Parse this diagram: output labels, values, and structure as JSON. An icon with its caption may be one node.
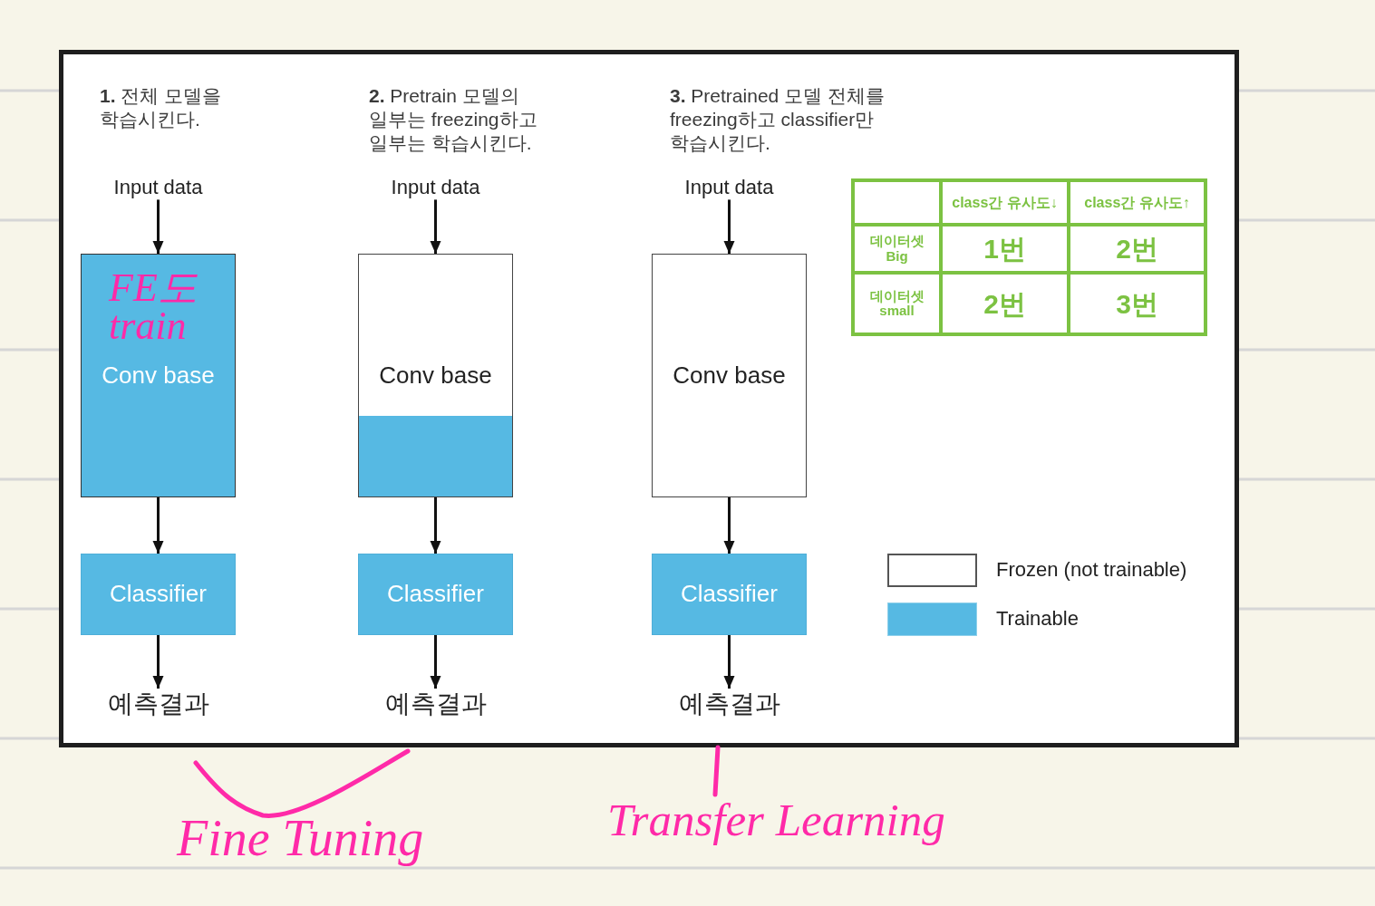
{
  "diagram": {
    "nodes": [
      {
        "text": [],
        "shape": "box"
      },
      {
        "text": [
          "Input data"
        ],
        "in": 0
      },
      {
        "text": [
          "FE도 train",
          "Conv base"
        ],
        "in": 0
      },
      {
        "text": [
          "Classifier"
        ],
        "in": 0
      },
      {
        "text": [
          "예측결과"
        ],
        "in": 0
      },
      {
        "text": [
          "Input data"
        ],
        "in": 0
      },
      {
        "text": [
          "Conv base"
        ],
        "in": 0
      },
      {
        "text": [
          "Classifier"
        ],
        "in": 0
      },
      {
        "text": [
          "예측결과"
        ],
        "in": 0
      },
      {
        "text": [
          "Input data"
        ],
        "in": 0
      },
      {
        "text": [
          "Conv base"
        ],
        "in": 0
      },
      {
        "text": [
          "Classifier"
        ],
        "in": 0
      },
      {
        "text": [
          "예측결과"
        ],
        "in": 0
      },
      {
        "text": [
          "Transfer Learning"
        ]
      }
    ],
    "edges": [
      {
        "from": 1,
        "to": 2,
        "arrow": "to"
      },
      {
        "from": 2,
        "to": 3,
        "arrow": "to"
      },
      {
        "from": 3,
        "to": 4,
        "arrow": "to"
      },
      {
        "from": 5,
        "to": 6,
        "arrow": "to"
      },
      {
        "from": 6,
        "to": 7,
        "arrow": "to"
      },
      {
        "from": 7,
        "to": 8,
        "arrow": "to"
      },
      {
        "from": 9,
        "to": 10,
        "arrow": "to"
      },
      {
        "from": 10,
        "to": 11,
        "arrow": "to"
      },
      {
        "from": 11,
        "to": 12,
        "arrow": "to"
      },
      {
        "from": 13,
        "to": 0,
        "arrow": "none",
        "color": "#ff2aa8"
      }
    ],
    "labels": [
      "**1.** 전체 모델을 학습시킨다.",
      "**2.** Pretrain 모델의 일부는 freezing하고 일부는 학습시킨다.",
      "**3.** Pretrained 모델 전체를 freezing하고 classifier만 학습시킨다.",
      "class간 유사도↓",
      "class간 유사도↑",
      "데이터셋 Big",
      "1번",
      "2번",
      "데이터셋 small",
      "2번",
      "3번",
      "Fine Tuning"
    ],
    "legend": [
      {
        "text": "Frozen (not trainable)",
        "color": "#ffffff"
      },
      {
        "text": "Trainable",
        "color": "#56b9e3"
      }
    ]
  }
}
